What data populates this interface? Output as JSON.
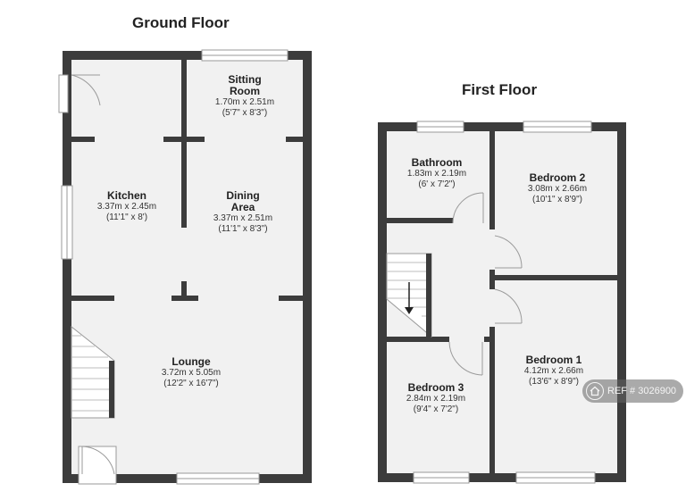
{
  "floors": {
    "ground": {
      "title": "Ground Floor"
    },
    "first": {
      "title": "First Floor"
    }
  },
  "rooms": {
    "sitting_room": {
      "name_line1": "Sitting",
      "name_line2": "Room",
      "metric": "1.70m x 2.51m",
      "imperial": "(5'7\" x 8'3\")"
    },
    "kitchen": {
      "name_line1": "Kitchen",
      "name_line2": "",
      "metric": "3.37m x 2.45m",
      "imperial": "(11'1\" x 8')"
    },
    "dining_area": {
      "name_line1": "Dining",
      "name_line2": "Area",
      "metric": "3.37m x 2.51m",
      "imperial": "(11'1\" x 8'3\")"
    },
    "lounge": {
      "name_line1": "Lounge",
      "name_line2": "",
      "metric": "3.72m x 5.05m",
      "imperial": "(12'2\" x 16'7\")"
    },
    "bathroom": {
      "name_line1": "Bathroom",
      "name_line2": "",
      "metric": "1.83m x 2.19m",
      "imperial": "(6' x 7'2\")"
    },
    "bedroom_2": {
      "name_line1": "Bedroom 2",
      "name_line2": "",
      "metric": "3.08m x 2.66m",
      "imperial": "(10'1\" x 8'9\")"
    },
    "bedroom_1": {
      "name_line1": "Bedroom 1",
      "name_line2": "",
      "metric": "4.12m x 2.66m",
      "imperial": "(13'6\" x 8'9\")"
    },
    "bedroom_3": {
      "name_line1": "Bedroom 3",
      "name_line2": "",
      "metric": "2.84m x 2.19m",
      "imperial": "(9'4\" x 7'2\")"
    }
  },
  "badge": {
    "text": "REF # 3026900",
    "icon": "house-icon"
  },
  "colors": {
    "wall": "#3c3c3c",
    "floor": "#f1f1f1",
    "window": "#ffffff",
    "badge_bg": "#646464"
  }
}
